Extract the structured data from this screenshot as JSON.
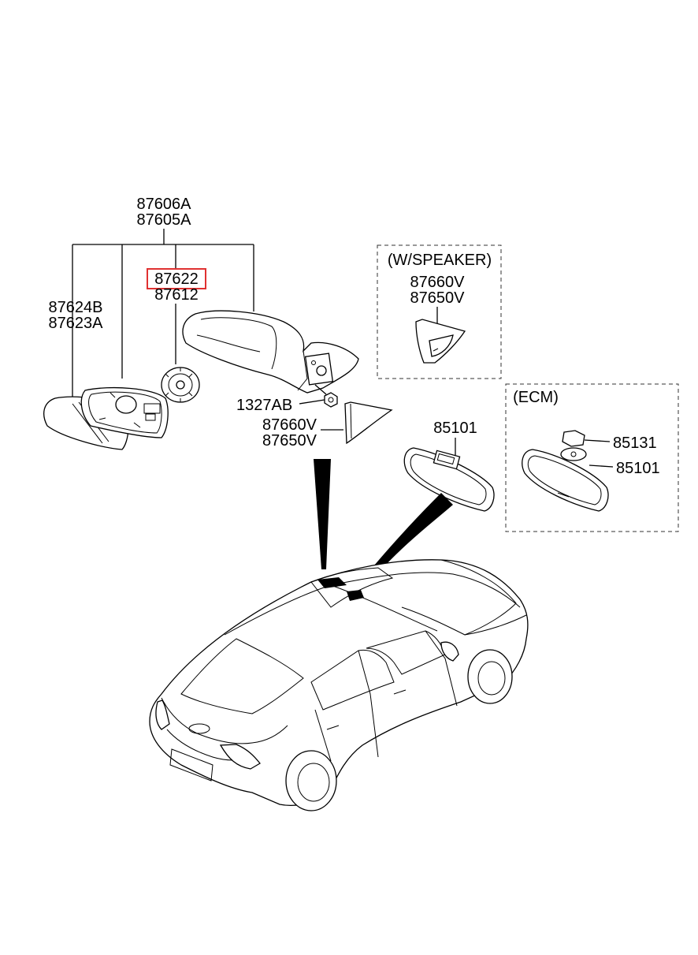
{
  "labels": {
    "assembly_upper": "87606A",
    "assembly_lower": "87605A",
    "glass_upper": "87624B",
    "glass_lower": "87623A",
    "actuator_upper": "87622",
    "actuator_lower": "87612",
    "screw": "1327AB",
    "cover_upper": "87660V",
    "cover_lower": "87650V"
  },
  "speaker_box": {
    "title": "(W/SPEAKER)",
    "upper": "87660V",
    "lower": "87650V"
  },
  "inside_mirror": {
    "label": "85101"
  },
  "ecm_box": {
    "title": "(ECM)",
    "cover": "85131",
    "mirror": "85101"
  },
  "highlight_color": "#e03131"
}
